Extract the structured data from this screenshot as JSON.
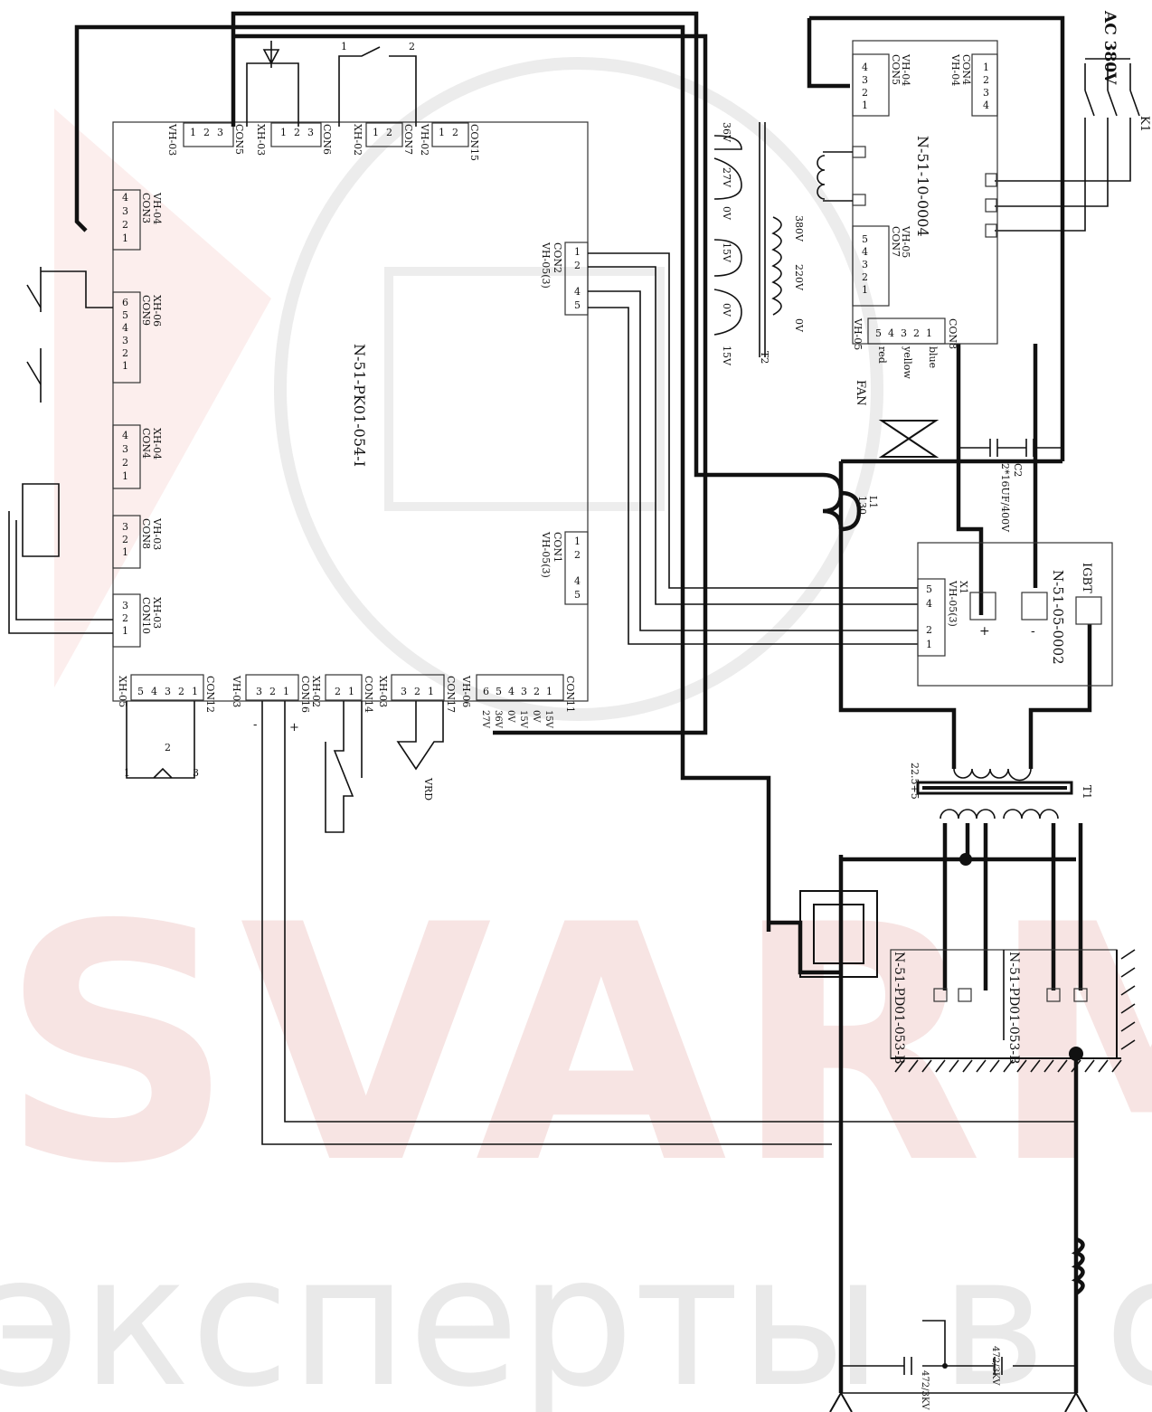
{
  "watermark": {
    "brand": "SVARMA",
    "tagline": "эксперты в сварке",
    "brand_color": "#d9534f",
    "tagline_color": "#c9c9c9"
  },
  "boards": {
    "control": "N-51-PK01-054-I",
    "power": "N-51-10-0004",
    "igbt": "N-51-05-0002",
    "pd_left": "N-51-PD01-053-B",
    "pd_right": "N-51-PD01-053-B"
  },
  "connectors": {
    "con5": {
      "name": "CON5",
      "type": "VH-03",
      "pins": [
        "1",
        "2",
        "3"
      ]
    },
    "con6": {
      "name": "CON6",
      "type": "XH-03",
      "pins": [
        "1",
        "2",
        "3"
      ]
    },
    "con7_top": {
      "name": "CON7",
      "type": "XH-02",
      "pins": [
        "1",
        "2"
      ]
    },
    "con15": {
      "name": "CON15",
      "type": "VH-02",
      "pins": [
        "1",
        "2"
      ]
    },
    "con3": {
      "name": "CON3",
      "type": "VH-04",
      "pins": [
        "4",
        "3",
        "2",
        "1"
      ]
    },
    "con9": {
      "name": "CON9",
      "type": "XH-06",
      "pins": [
        "6",
        "5",
        "4",
        "3",
        "2",
        "1"
      ]
    },
    "con4_left": {
      "name": "CON4",
      "type": "XH-04",
      "pins": [
        "4",
        "3",
        "2",
        "1"
      ]
    },
    "con8": {
      "name": "CON8",
      "type": "VH-03",
      "pins": [
        "3",
        "2",
        "1"
      ]
    },
    "con10": {
      "name": "CON10",
      "type": "XH-03",
      "pins": [
        "3",
        "2",
        "1"
      ]
    },
    "con12": {
      "name": "CON12",
      "type": "XH-05",
      "pins": [
        "5",
        "4",
        "3",
        "2",
        "1"
      ]
    },
    "con16": {
      "name": "CON16",
      "type": "VH-03",
      "pins": [
        "3",
        "2",
        "1"
      ]
    },
    "con14": {
      "name": "CON14",
      "type": "XH-02",
      "pins": [
        "2",
        "1"
      ]
    },
    "con17": {
      "name": "CON17",
      "type": "XH-03",
      "pins": [
        "3",
        "2",
        "1"
      ]
    },
    "con11": {
      "name": "CON11",
      "type": "VH-06",
      "pins": [
        "6",
        "5",
        "4",
        "3",
        "2",
        "1"
      ],
      "rails": [
        "27V",
        "36V",
        "0V",
        "15V",
        "0V",
        "15V"
      ]
    },
    "con2": {
      "name": "CON2",
      "type": "VH-05(3)",
      "pins": [
        "1",
        "2",
        "4",
        "5"
      ]
    },
    "con1": {
      "name": "CON1",
      "type": "VH-05(3)",
      "pins": [
        "1",
        "2",
        "4",
        "5"
      ]
    },
    "p_con5": {
      "name": "CON5",
      "type": "VH-04",
      "pins": [
        "4",
        "3",
        "2",
        "1"
      ]
    },
    "p_con4": {
      "name": "CON4",
      "type": "VH-04",
      "pins": [
        "1",
        "2",
        "3",
        "4"
      ]
    },
    "p_con7": {
      "name": "CON7",
      "type": "VH-05",
      "pins": [
        "5",
        "4",
        "3",
        "2",
        "1"
      ]
    },
    "p_con8": {
      "name": "CON8",
      "type": "VH-05",
      "pins": [
        "5",
        "4",
        "3",
        "2",
        "1"
      ],
      "colors": [
        "red",
        "",
        "yellow",
        "",
        "blue"
      ]
    },
    "x1": {
      "name": "X1",
      "type": "VH-05(3)",
      "pins": [
        "5",
        "4",
        "2",
        "1"
      ]
    }
  },
  "labels": {
    "ac_input": "AC 380V",
    "k1": "K1",
    "t2": "T2",
    "t2_taps": [
      "36V",
      "27V",
      "0V",
      "15V",
      "0V",
      "15V"
    ],
    "t2_primary": [
      "380V",
      "220V",
      "0V"
    ],
    "fan": "FAN",
    "c2": "C2",
    "c2_value": "2*16UF/400V",
    "l1": "L1",
    "l1_value": "130",
    "igbt": "IGBT",
    "t1": "T1",
    "t1_ratio": "22.5+5",
    "vrd": "VRD",
    "plus": "+",
    "minus": "-",
    "hv_cap_left": "472/3KV",
    "hv_cap_right": "472/3KV",
    "pot_pins": [
      "1",
      "2",
      "3"
    ],
    "switch_pins": [
      "1",
      "2"
    ]
  }
}
